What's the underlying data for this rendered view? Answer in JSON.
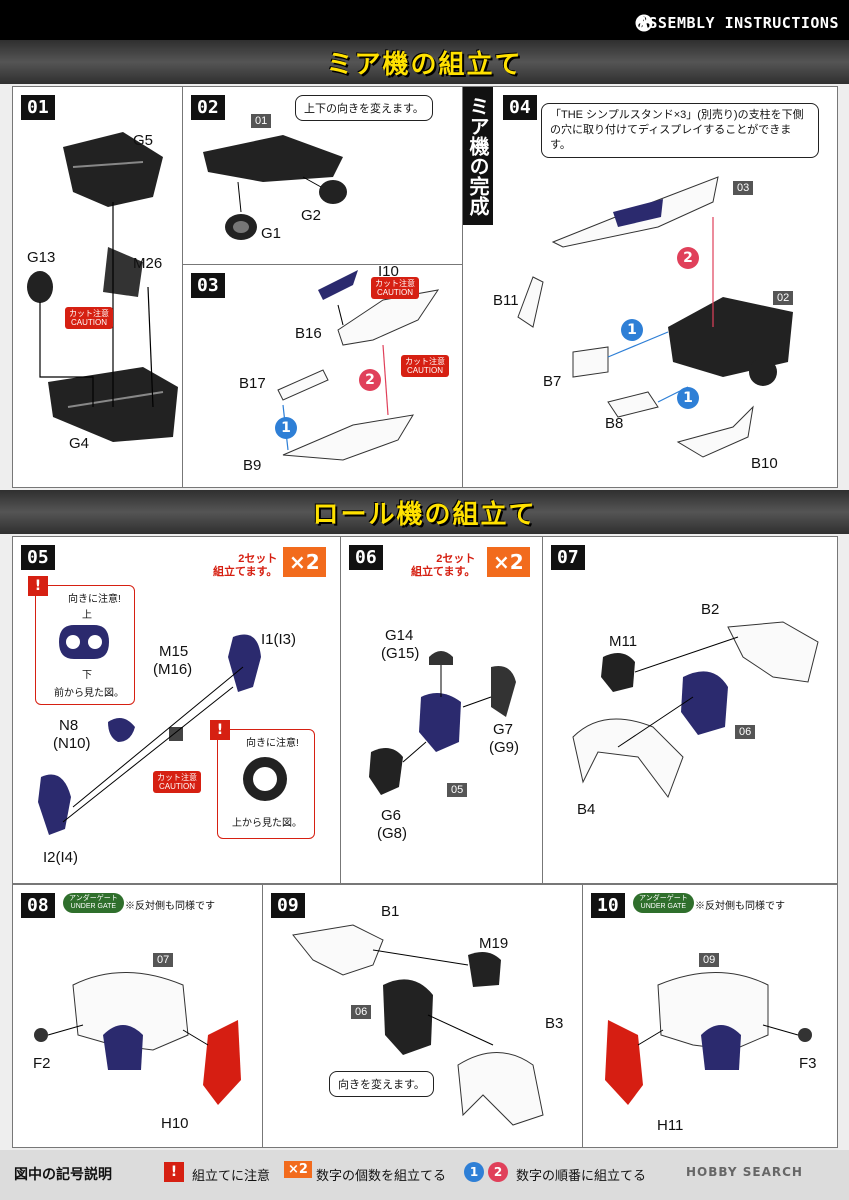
{
  "header": {
    "title": "ASSEMBLY INSTRUCTIONS"
  },
  "sections": {
    "mia": "ミア機の組立て",
    "roll": "ロール機の組立て"
  },
  "steps": {
    "s01": {
      "no": "01",
      "labels": [
        "G5",
        "G13",
        "M26",
        "G4"
      ],
      "caution": [
        "カット注意",
        "CAUTION"
      ]
    },
    "s02": {
      "no": "02",
      "bubble": "上下の向きを変えます。",
      "tag": "01",
      "labels": [
        "G1",
        "G2"
      ]
    },
    "s03": {
      "no": "03",
      "labels": [
        "I10",
        "B16",
        "B17",
        "B9"
      ],
      "caution1": [
        "カット注意",
        "CAUTION"
      ],
      "caution2": [
        "カット注意",
        "CAUTION"
      ],
      "badges": [
        "1",
        "2"
      ]
    },
    "s04": {
      "no": "04",
      "vertical": "ミア機の完成",
      "bubble": "「THE シンプルスタンド×3」(別売り)の支柱を下側の穴に取り付けてディスプレイすることができます。",
      "tag1": "03",
      "tag2": "02",
      "labels": [
        "B11",
        "B7",
        "B8",
        "B10"
      ],
      "badges": [
        "2",
        "1",
        "1"
      ]
    },
    "s05": {
      "no": "05",
      "set_note": [
        "2セット",
        "組立てます。"
      ],
      "x2": "×2",
      "notice1": {
        "title": "向きに注意!",
        "up": "上",
        "down": "下",
        "caption": "前から見た図。"
      },
      "notice2": {
        "title": "向きに注意!",
        "caption": "上から見た図。"
      },
      "labels": {
        "m15": "M15",
        "m16": "(M16)",
        "i1": "I1(I3)",
        "n8": "N8",
        "n10": "(N10)",
        "i2": "I2(I4)"
      },
      "caution": [
        "カット注意",
        "CAUTION"
      ]
    },
    "s06": {
      "no": "06",
      "set_note": [
        "2セット",
        "組立てます。"
      ],
      "x2": "×2",
      "labels": {
        "g14": "G14",
        "g15": "(G15)",
        "g7": "G7",
        "g9": "(G9)",
        "g6": "G6",
        "g8": "(G8)"
      },
      "tag": "05"
    },
    "s07": {
      "no": "07",
      "labels": [
        "B2",
        "M11",
        "B4"
      ],
      "tag": "06"
    },
    "s08": {
      "no": "08",
      "gate": [
        "アンダーゲート",
        "UNDER GATE"
      ],
      "note": "※反対側も同様です",
      "tag": "07",
      "labels": [
        "F2",
        "H10"
      ]
    },
    "s09": {
      "no": "09",
      "labels": [
        "B1",
        "M19",
        "B3"
      ],
      "tag": "06",
      "bubble": "向きを変えます。"
    },
    "s10": {
      "no": "10",
      "gate": [
        "アンダーゲート",
        "UNDER GATE"
      ],
      "note": "※反対側も同様です",
      "tag": "09",
      "labels": [
        "F3",
        "H11"
      ]
    }
  },
  "legend": {
    "title": "図中の記号説明",
    "item1": "組立てに注意",
    "item2_icon": "×2",
    "item2": "数字の個数を組立てる",
    "item3": "数字の順番に組立てる",
    "badge1": "1",
    "badge2": "2",
    "watermark": "HOBBY SEARCH"
  }
}
